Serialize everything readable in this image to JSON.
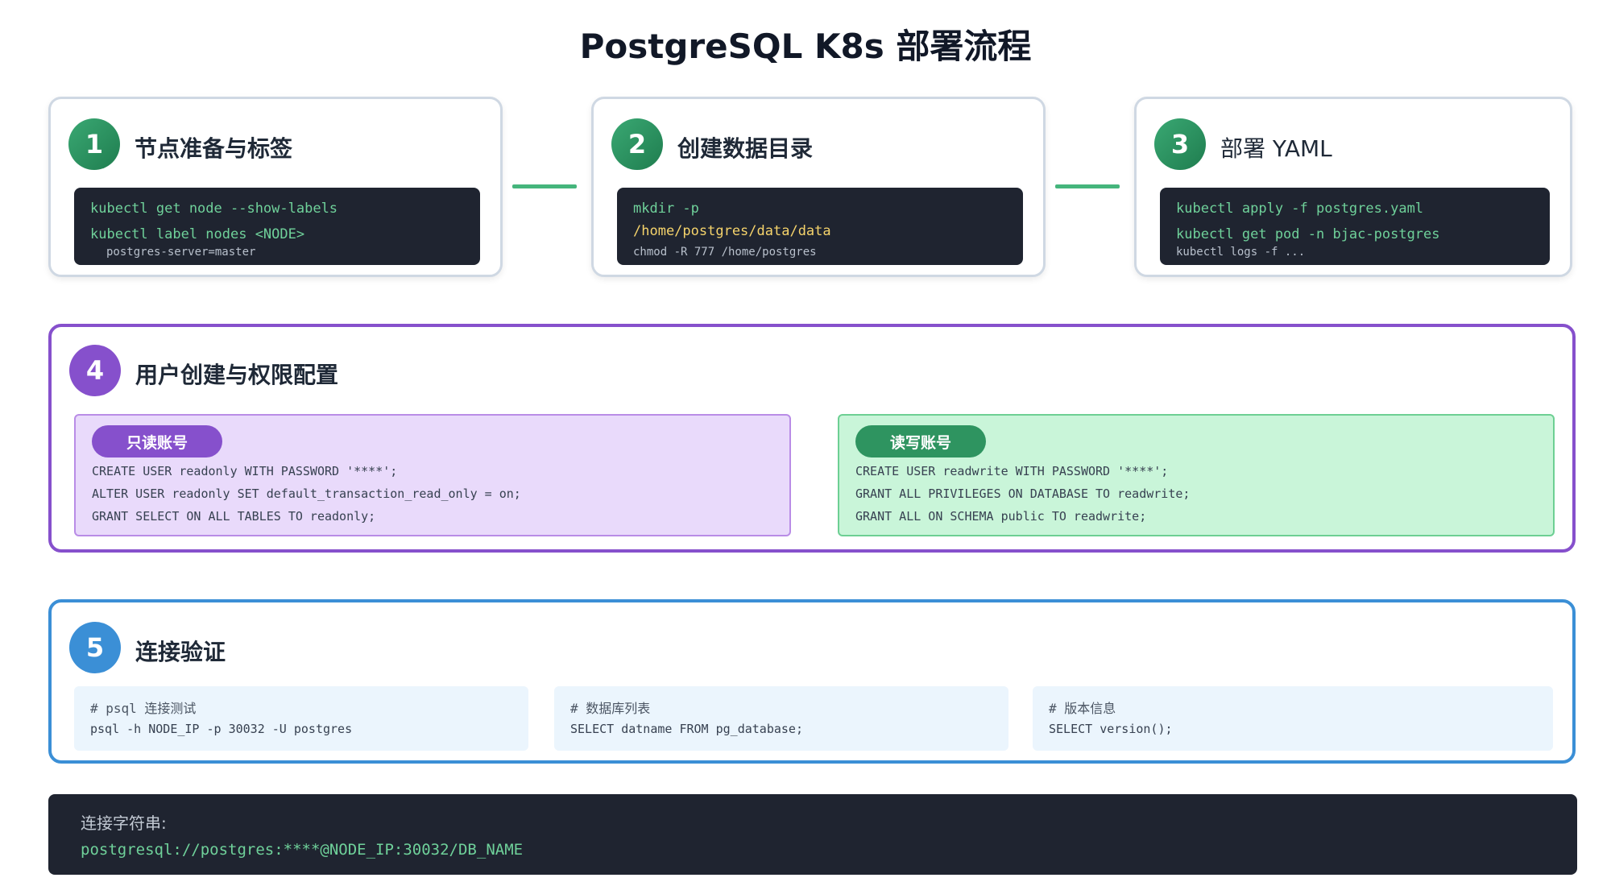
{
  "title": "PostgreSQL K8s 部署流程",
  "colors": {
    "step_green": "#2e9460",
    "step4_purple": "#8650cc",
    "step5_blue": "#3b8fd6",
    "code_bg": "#1f2430",
    "code_green": "#6fd19a",
    "code_yellow": "#f5d36b",
    "code_gray": "#b8c0cc"
  },
  "steps": [
    {
      "number": "1",
      "title": "节点准备与标签",
      "lines": [
        "kubectl get node --show-labels",
        "kubectl label nodes <NODE>",
        "postgres-server=master"
      ]
    },
    {
      "number": "2",
      "title": "创建数据目录",
      "lines": [
        "mkdir -p",
        "/home/postgres/data/data",
        "chmod -R 777 /home/postgres"
      ]
    },
    {
      "number": "3",
      "title": "部署 YAML",
      "lines": [
        "kubectl apply -f postgres.yaml",
        "kubectl get pod -n bjac-postgres",
        "kubectl logs -f ..."
      ]
    }
  ],
  "step4": {
    "number": "4",
    "title": "用户创建与权限配置",
    "readonly": {
      "label": "只读账号",
      "lines": [
        "CREATE USER readonly WITH PASSWORD '****';",
        "ALTER USER readonly SET default_transaction_read_only = on;",
        "GRANT SELECT ON ALL TABLES TO readonly;"
      ]
    },
    "readwrite": {
      "label": "读写账号",
      "lines": [
        "CREATE USER readwrite WITH PASSWORD '****';",
        "GRANT ALL PRIVILEGES ON DATABASE TO readwrite;",
        "GRANT ALL ON SCHEMA public TO readwrite;"
      ]
    }
  },
  "step5": {
    "number": "5",
    "title": "连接验证",
    "checks": [
      {
        "comment": "# psql 连接测试",
        "command": "psql -h NODE_IP -p 30032 -U postgres"
      },
      {
        "comment": "# 数据库列表",
        "command": "SELECT datname FROM pg_database;"
      },
      {
        "comment": "# 版本信息",
        "command": "SELECT version();"
      }
    ]
  },
  "connection": {
    "label": "连接字符串:",
    "value": "postgresql://postgres:****@NODE_IP:30032/DB_NAME"
  }
}
